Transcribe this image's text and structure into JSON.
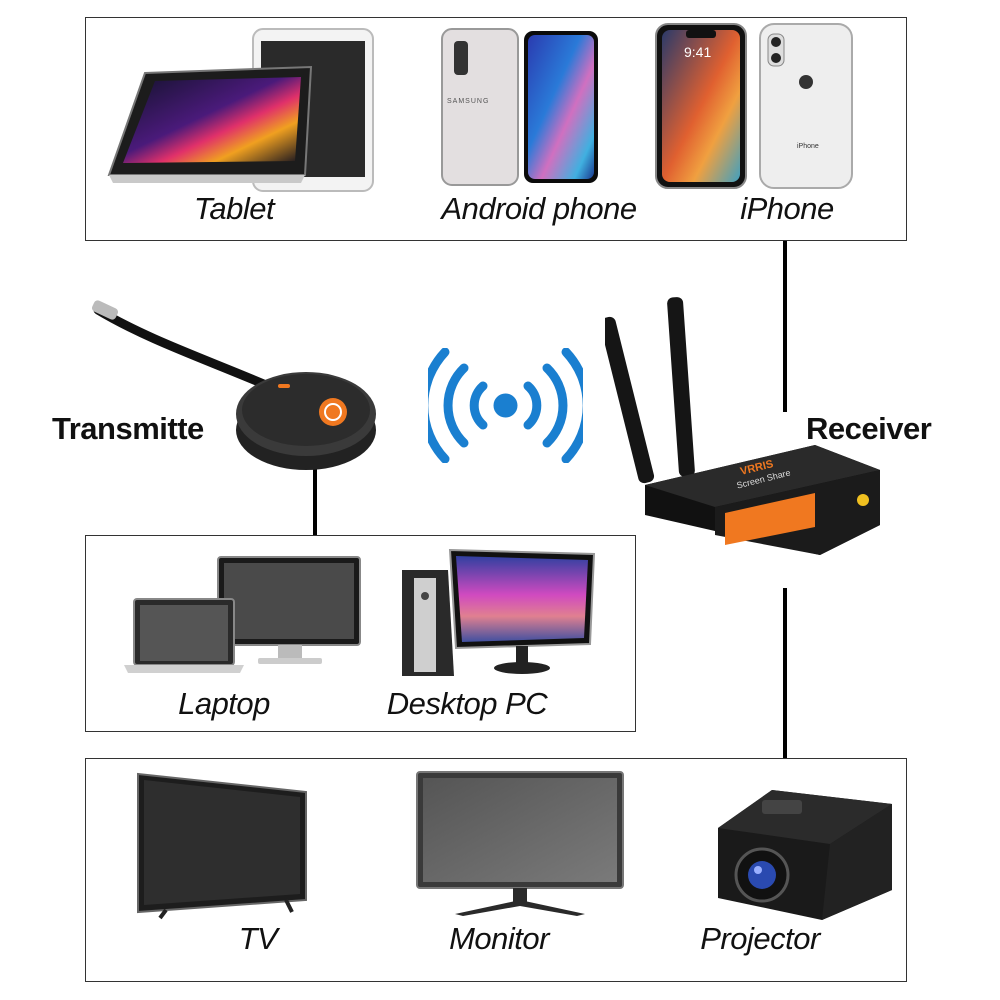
{
  "top_group": {
    "tablet_label": "Tablet",
    "android_label": "Android phone",
    "iphone_label": "iPhone",
    "samsung_brand": "SAMSUNG",
    "iphone_brand": "iPhone",
    "lockscreen_time": "9:41"
  },
  "middle": {
    "transmitter_label": "Transmitte",
    "receiver_label": "Receiver",
    "receiver_brand_line1": "VRRIS",
    "receiver_brand_line2": "Screen Share"
  },
  "pc_group": {
    "laptop_label": "Laptop",
    "desktop_label": "Desktop PC"
  },
  "display_group": {
    "tv_label": "TV",
    "monitor_label": "Monitor",
    "projector_label": "Projector"
  },
  "colors": {
    "wifi_blue": "#1a7fd0",
    "accent_orange": "#f07820",
    "frame_line": "#333333"
  }
}
